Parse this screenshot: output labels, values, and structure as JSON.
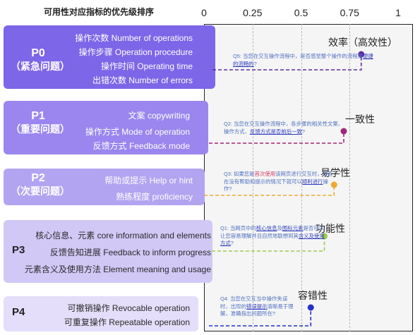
{
  "heading": "可用性对应指标的优先级排序",
  "chart_data": {
    "type": "scatter",
    "title": "",
    "xlim": [
      0,
      1
    ],
    "x_ticks": [
      "0",
      "0.25",
      "0.5",
      "0.75",
      "1"
    ],
    "grid": true,
    "points": [
      {
        "label": "效率（高效性）",
        "x": 0.81,
        "color": "#5e2ca5",
        "note_parts": [
          [
            "Q5: 当您在交互操作流程中，是否感觉整个操作的流程是",
            ""
          ],
          [
            "便捷的流畅的",
            "hb"
          ],
          [
            "?",
            ""
          ]
        ]
      },
      {
        "label": "一致性",
        "x": 0.72,
        "color": "#a3247a",
        "note_parts": [
          [
            "Q2: 当您在交互操作流程中，各步骤的相关性文案、操作方式、",
            ""
          ],
          [
            "反馈方式是否前后一致",
            "hb"
          ],
          [
            "?",
            ""
          ]
        ]
      },
      {
        "label": "易学性",
        "x": 0.67,
        "color": "#f0a830",
        "note_parts": [
          [
            "Q3: 如果您是",
            ""
          ],
          [
            "首次使用",
            "hl"
          ],
          [
            "该网页进行交互时，是否在没有帮助和提示的情况下就可以",
            ""
          ],
          [
            "顺利进行",
            "hb"
          ],
          [
            "操作?",
            ""
          ]
        ]
      },
      {
        "label": "功能性",
        "x": 0.62,
        "color": "#9ecb4a",
        "note_parts": [
          [
            "Q1: 当网页中的",
            ""
          ],
          [
            "核心信息",
            "hb"
          ],
          [
            "及",
            ""
          ],
          [
            "图标元素",
            "hb"
          ],
          [
            "是否可以让您容易理解并且自然地联想到其",
            ""
          ],
          [
            "含义及使用方式",
            "hb"
          ],
          [
            "?",
            ""
          ]
        ]
      },
      {
        "label": "容错性",
        "x": 0.55,
        "color": "#2430c8",
        "note_parts": [
          [
            "Q4: 当您在交互当中操作失误时，出现的",
            ""
          ],
          [
            "错误提示",
            "hb"
          ],
          [
            "清晰易于理解，准确指出问题所在?",
            ""
          ]
        ]
      }
    ],
    "priorities": [
      {
        "level": "P0",
        "sub": "（紧急问题）",
        "items": [
          "操作次数 Number of operations",
          "操作步骤 Operation procedure",
          "操作时间 Operating time",
          "出错次数 Number of errors"
        ]
      },
      {
        "level": "P1",
        "sub": "（重要问题）",
        "items": [
          "文案 copywriting",
          "操作方式 Mode of operation",
          "反馈方式 Feedback mode"
        ]
      },
      {
        "level": "P2",
        "sub": "（次要问题）",
        "items": [
          "帮助或提示 Help or hint",
          "熟练程度 proficiency"
        ]
      },
      {
        "level": "P3",
        "sub": "",
        "items": [
          "核心信息、元素 core information and elements",
          "反馈告知进展 Feedback to inform progress",
          "元素含义及使用方法 Element meaning and usage"
        ]
      },
      {
        "level": "P4",
        "sub": "",
        "items": [
          "可撤销操作 Revocable operation",
          "可重复操作 Repeatable operation"
        ]
      }
    ],
    "band_colors": [
      "#7d66e8",
      "#9a86ee",
      "#b3a4f1",
      "#d1c8f6",
      "#e4defa"
    ]
  }
}
